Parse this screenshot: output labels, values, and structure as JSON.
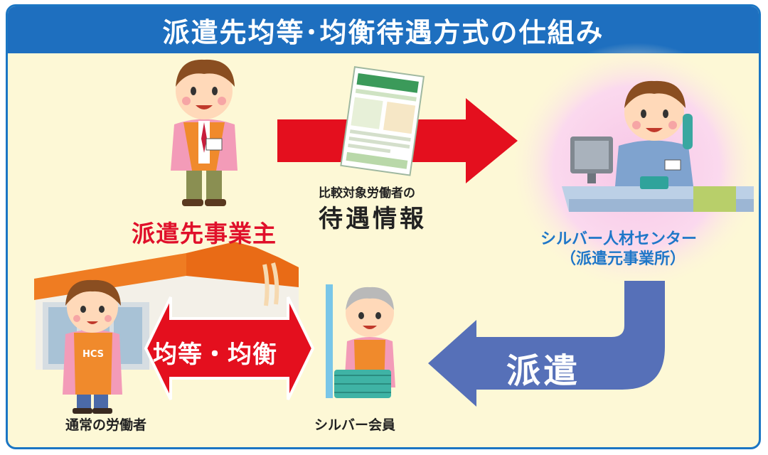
{
  "header": {
    "title": "派遣先均等･均衡待遇方式の仕組み"
  },
  "employer": {
    "label": "派遣先事業主"
  },
  "info": {
    "caption": "比較対象労働者の",
    "title": "待遇情報"
  },
  "center": {
    "name": "シルバー人材センター",
    "sub": "（派遣元事業所）"
  },
  "dispatch": {
    "label": "派遣"
  },
  "equal": {
    "label": "均等・均衡"
  },
  "worker": {
    "label": "通常の労働者",
    "apron_text": "HCS"
  },
  "member": {
    "label": "シルバー会員"
  },
  "colors": {
    "header": "#1e6fbf",
    "red_arrow": "#e40f1e",
    "blue_arrow": "#5670b8",
    "employer_text": "#e0102a",
    "center_text": "#1f77c8",
    "background": "#fdf8d6"
  }
}
